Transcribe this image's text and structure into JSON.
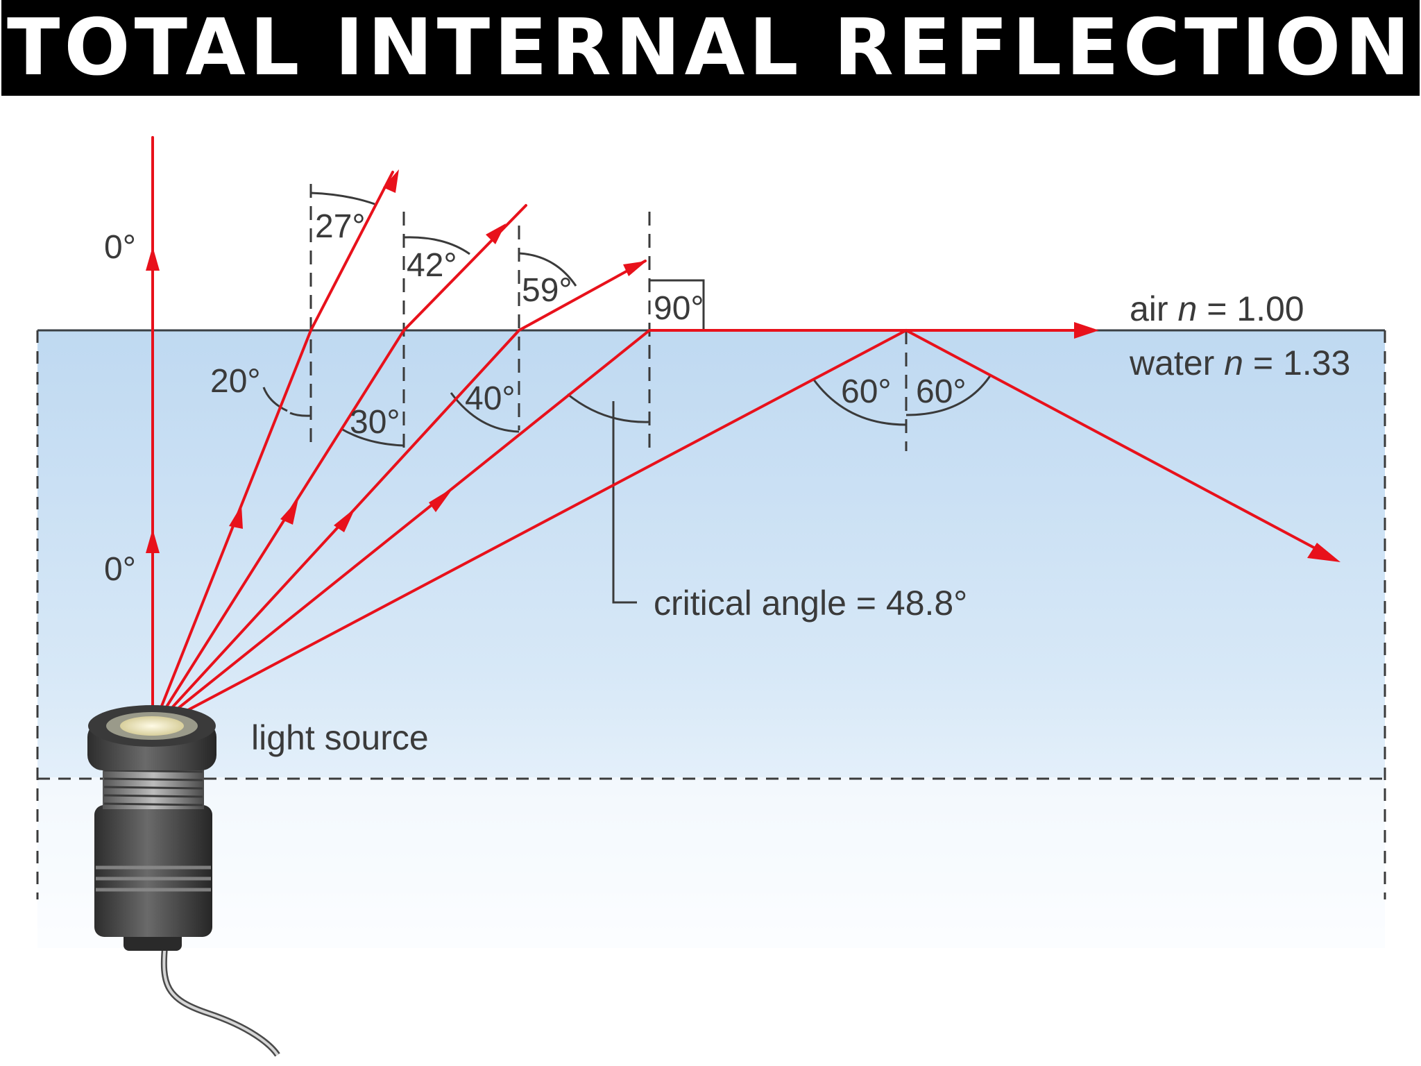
{
  "title": "TOTAL INTERNAL REFLECTION",
  "labels": {
    "air": "air",
    "air_n": "n",
    "air_eq": " = 1.00",
    "water": "water",
    "water_n": "n",
    "water_eq": " = 1.33",
    "critical": "critical angle = 48.8°",
    "light_source": "light source"
  },
  "angles": {
    "ray0_air": "0°",
    "ray0_water": "0°",
    "ray1_water": "20°",
    "ray1_air": "27°",
    "ray2_water": "30°",
    "ray2_air": "42°",
    "ray3_water": "40°",
    "ray3_air": "59°",
    "ray4_air": "90°",
    "ray5_incident": "60°",
    "ray5_reflected": "60°"
  },
  "colors": {
    "ray": "#e8111b",
    "water_top": "#bfd9f1",
    "water_bottom": "#f7fbff",
    "surface": "#3a3f44",
    "guide": "#3a3a3a",
    "title_bg": "#000000",
    "title_fg": "#ffffff"
  },
  "icons": {
    "light_source": "underwater-lamp"
  }
}
